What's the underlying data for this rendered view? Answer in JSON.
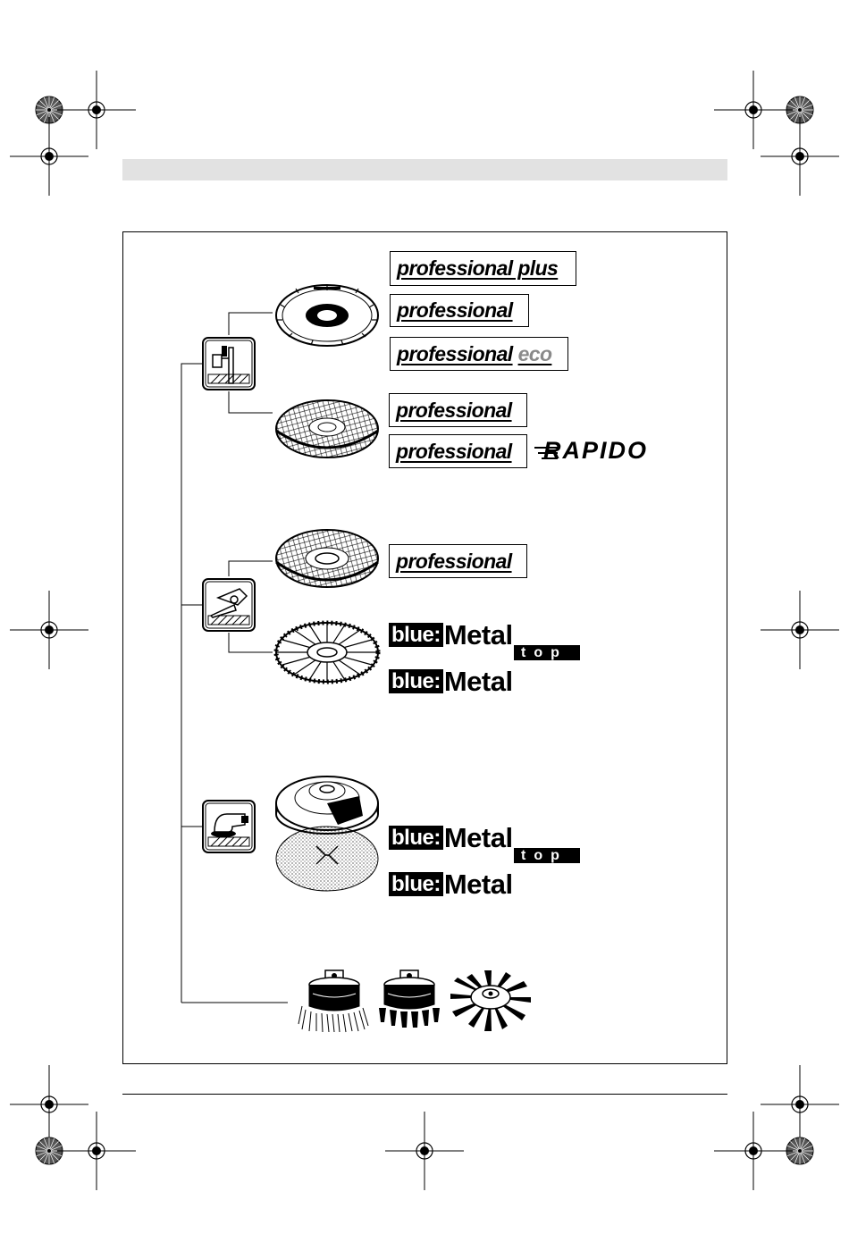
{
  "cutting_section": {
    "diamond_disc_brands": [
      "professional plus",
      "professional",
      "professional"
    ],
    "eco_suffix": "eco",
    "cutting_disc_brands": [
      "professional",
      "professional"
    ],
    "rapido_label": "RAPIDO"
  },
  "grinding_section": {
    "grinding_disc_brand": "professional",
    "flap_disc_brands": [
      {
        "blue": "blue:",
        "metal": "Metal",
        "top": "top"
      },
      {
        "blue": "blue:",
        "metal": "Metal"
      }
    ]
  },
  "sanding_section": {
    "sanding_disc_brands": [
      {
        "blue": "blue:",
        "metal": "Metal",
        "top": "top"
      },
      {
        "blue": "blue:",
        "metal": "Metal"
      }
    ]
  },
  "brush_section": {
    "brushes": [
      "cup-brush-crimped-icon",
      "cup-brush-knotted-icon",
      "disc-brush-knotted-icon"
    ]
  },
  "colors": {
    "header_bar": "#e2e2e2",
    "eco_text": "#8a8a8a",
    "line": "#000000"
  }
}
